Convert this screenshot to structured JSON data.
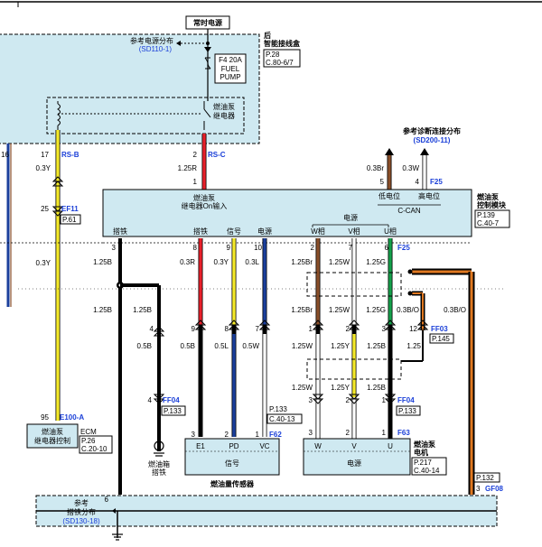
{
  "labels": {
    "always_power": "常时电源",
    "rear_box_1": "后",
    "rear_box_2": "智能接线盒",
    "rear_box_ref1": "P.28",
    "rear_box_ref2": "C.80-6/7",
    "power_dist_1": "参考电源分布",
    "power_dist_2": "(SD110-1)",
    "fuse_1": "F4 20A",
    "fuse_2": "FUEL",
    "fuse_3": "PUMP",
    "relay_1": "燃油泵",
    "relay_2": "继电器",
    "diag_1": "参考诊断连接分布",
    "diag_2": "(SD200-11)",
    "module_1": "燃油泵",
    "module_2": "控制模块",
    "module_ref1": "P.139",
    "module_ref2": "C.40-7",
    "relay_input_1": "燃油泵",
    "relay_input_2": "继电器On输入",
    "low_level": "低电位",
    "high_level": "高电位",
    "ccan": "C-CAN",
    "power_group": "电源",
    "w_phase": "W相",
    "v_phase": "V相",
    "u_phase": "U相",
    "ground_a": "搭铁",
    "ground_b": "搭铁",
    "signal_hdr": "信号",
    "power_hdr": "电源",
    "ecm": "ECM",
    "ecm_ref1": "P.26",
    "ecm_ref2": "C.20-10",
    "ecm_relay_1": "燃油泵",
    "ecm_relay_2": "继电器控制",
    "tank_ground_1": "燃油箱",
    "tank_ground_2": "搭铁",
    "sensor_e1": "E1",
    "sensor_pd": "PD",
    "sensor_vc": "VC",
    "sensor_signal": "信号",
    "sensor_name": "燃油量传感器",
    "motor_w": "W",
    "motor_v": "V",
    "motor_u": "U",
    "motor_power": "电源",
    "motor_name_1": "燃油泵",
    "motor_name_2": "电机",
    "motor_ref1": "P.217",
    "motor_ref2": "C.40-14",
    "ground_dist_1": "参考",
    "ground_dist_2": "搭铁分布",
    "ground_dist_3": "(SD130-18)",
    "conn_rsb": "RS-B",
    "conn_rsc": "RS-C",
    "conn_ef11": "EF11",
    "conn_ef11_ref": "P.61",
    "conn_f25a": "F25",
    "conn_f25b": "F25",
    "conn_ff03": "FF03",
    "conn_ff03_ref": "P.145",
    "conn_ff04a": "FF04",
    "conn_ff04a_ref": "P.133",
    "conn_ff04b": "FF04",
    "conn_ff04b_ref": "P.133",
    "conn_f62": "F62",
    "conn_f62_ref1": "P.133",
    "conn_f62_ref2": "C.40-13",
    "conn_f63": "F63",
    "conn_gf08": "GF08",
    "conn_gf08_ref": "P.132",
    "conn_e100a": "E100-A"
  },
  "pins": {
    "p16": "16",
    "p17": "17",
    "p2top": "2",
    "p25": "25",
    "p5": "5",
    "p4": "4",
    "m1": "1",
    "m3": "3",
    "m8": "8",
    "m9": "9",
    "m10": "10",
    "m2": "2",
    "m7": "7",
    "m6": "6",
    "c9": "9",
    "c8": "8",
    "c7": "7",
    "c1": "1",
    "c2": "2",
    "c3": "3",
    "c12": "12",
    "g4a": "4",
    "g4b": "4",
    "s3": "3",
    "s2": "2",
    "s1": "1",
    "u3": "3",
    "u2": "2",
    "u1": "1",
    "v1": "1",
    "v2": "2",
    "v3": "3",
    "p95": "95",
    "p6": "6",
    "p3g": "3"
  },
  "wires": {
    "w_03y_a": "0.3Y",
    "w_125r_a": "1.25R",
    "w_03br": "0.3Br",
    "w_03w": "0.3W",
    "w_03y_b": "0.3Y",
    "w_125b_a": "1.25B",
    "w_125b_b": "1.25B",
    "w_125b_c": "1.25B",
    "w_03r": "0.3R",
    "w_03y_c": "0.3Y",
    "w_03l": "0.3L",
    "w_125br_a": "1.25Br",
    "w_125w_a": "1.25W",
    "w_125g_a": "1.25G",
    "w_125br_b": "1.25Br",
    "w_125w_b": "1.25W",
    "w_125g_b": "1.25G",
    "w_03bo_a": "0.3B/O",
    "w_03bo_b": "0.3B/O",
    "w_05b_a": "0.5B",
    "w_05b_b": "0.5B",
    "w_05l": "0.5L",
    "w_05w": "0.5W",
    "w_125w_c": "1.25W",
    "w_125y_a": "1.25Y",
    "w_125b_d": "1.25B",
    "w_125": "1.25",
    "w_125w_d": "1.25W",
    "w_125y_b": "1.25Y",
    "w_125b_e": "1.25B"
  },
  "colors": {
    "panel": "#cfe9f1",
    "wire_red": "#e8202a",
    "wire_yellow": "#f5ea2a",
    "wire_blue": "#1b3f9c",
    "wire_brown": "#8a4f2a",
    "wire_green": "#14a04a",
    "wire_orange": "#e07820",
    "label_blue": "#1a3fd8"
  }
}
